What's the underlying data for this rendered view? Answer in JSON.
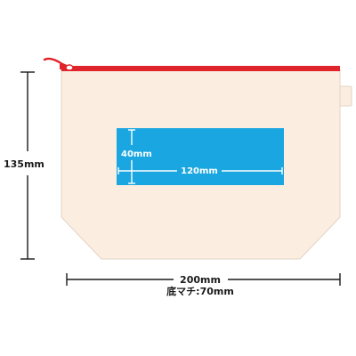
{
  "colors": {
    "pouch_fill": "#fbeee1",
    "pouch_stroke": "#e2d3c4",
    "zipper": "#e0242b",
    "print_area": "#1aa6e0",
    "dimension_line": "#1a1a1a"
  },
  "dimensions": {
    "height_label": "135mm",
    "width_label": "200mm",
    "gusset_label": "底マチ:70mm"
  },
  "print_area": {
    "height_label": "40mm",
    "width_label": "120mm"
  },
  "icons": {
    "zipper_pull": "zipper-pull-icon",
    "side_tab": "loop-tab-icon"
  }
}
